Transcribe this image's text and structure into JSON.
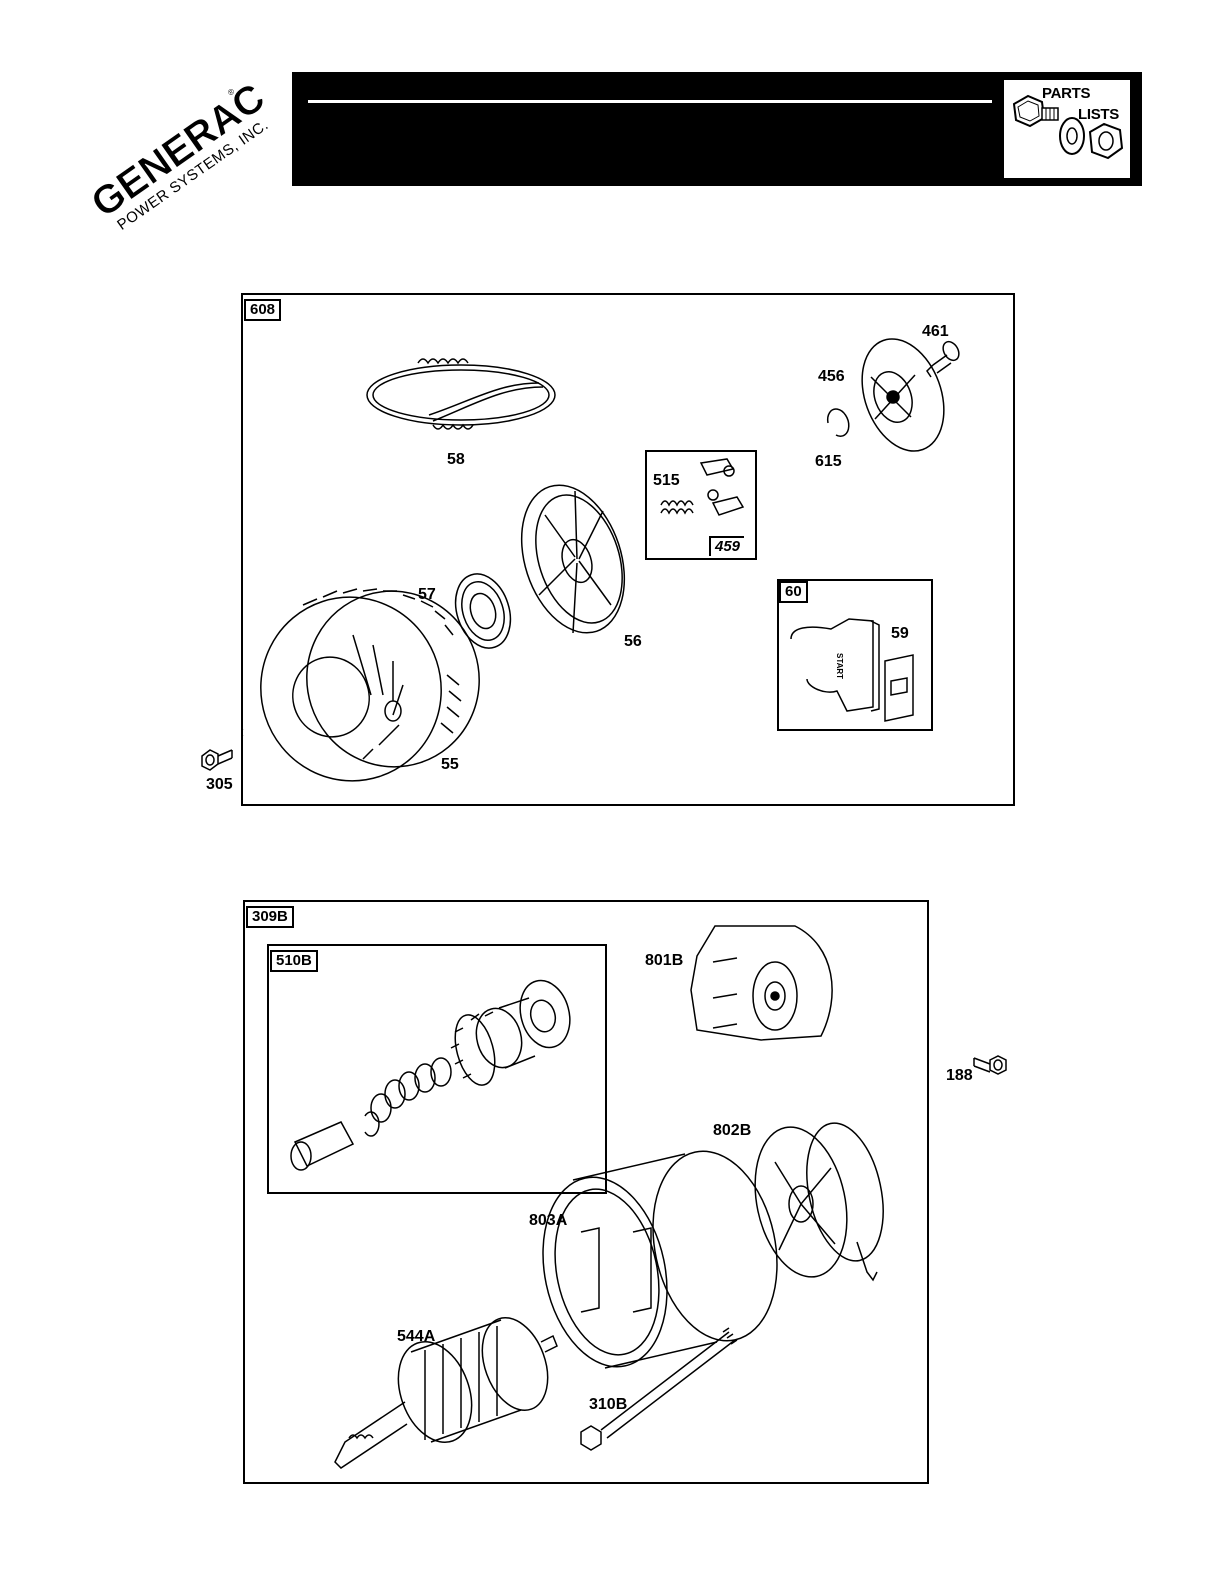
{
  "brand": {
    "name": "GENERAC",
    "sub": "POWER SYSTEMS, INC."
  },
  "badge": {
    "line1": "PARTS",
    "line2": "LISTS"
  },
  "diagram_top": {
    "kit_label": "608",
    "sub_kit_a": "459",
    "sub_kit_b": "60",
    "grip_text": "START",
    "parts": {
      "p461": "461",
      "p456": "456",
      "p615": "615",
      "p58": "58",
      "p515": "515",
      "p57": "57",
      "p56": "56",
      "p59": "59",
      "p55": "55",
      "p305": "305"
    }
  },
  "diagram_bottom": {
    "kit_label": "309B",
    "sub_kit": "510B",
    "parts": {
      "p801B": "801B",
      "p188": "188",
      "p802B": "802B",
      "p803A": "803A",
      "p544A": "544A",
      "p310B": "310B"
    }
  }
}
